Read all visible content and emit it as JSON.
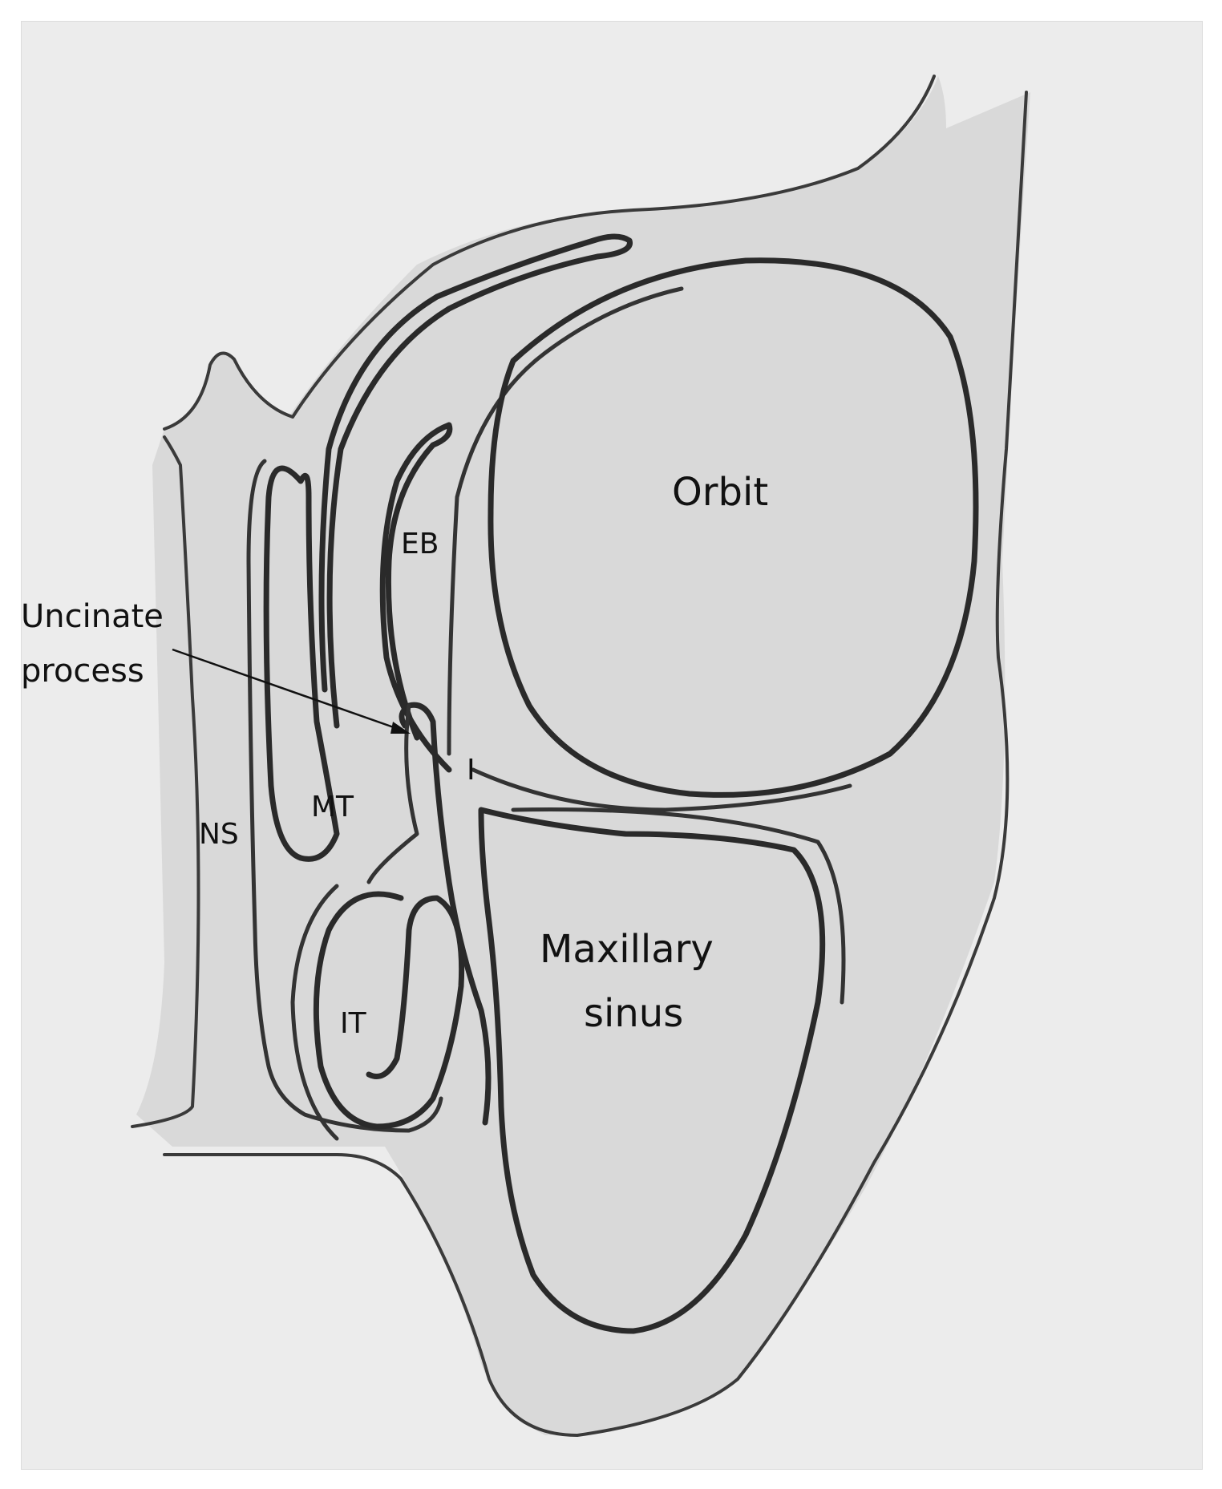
{
  "labels": {
    "orbit": "Orbit",
    "eb": "EB",
    "uncinate_line1": "Uncinate",
    "uncinate_line2": "process",
    "i": "I",
    "mt": "MT",
    "ns": "NS",
    "maxillary_line1": "Maxillary",
    "maxillary_line2": "sinus",
    "it": "IT"
  },
  "colors": {
    "background": "#ececec",
    "ink": "#2a2a2a",
    "tissue_shading": "#d9d9d9"
  }
}
